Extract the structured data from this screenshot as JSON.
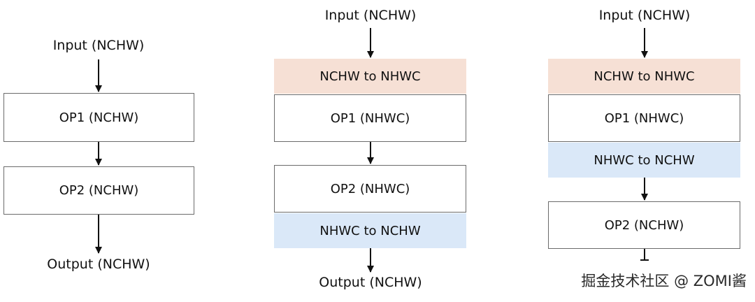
{
  "colors": {
    "to_nhwc_bg": "#f6e0d5",
    "to_nchw_bg": "#dae8f8",
    "box_border": "#6b6b6b",
    "arrow": "#111111"
  },
  "left": {
    "input": "Input (NCHW)",
    "op1": "OP1 (NCHW)",
    "op2": "OP2 (NCHW)",
    "output": "Output (NCHW)"
  },
  "middle": {
    "input": "Input (NCHW)",
    "to_nhwc": "NCHW to NHWC",
    "op1": "OP1 (NHWC)",
    "op2": "OP2 (NHWC)",
    "to_nchw": "NHWC to NCHW",
    "output": "Output (NCHW)"
  },
  "right": {
    "input": "Input (NCHW)",
    "to_nhwc": "NCHW to NHWC",
    "op1": "OP1 (NHWC)",
    "to_nchw": "NHWC to NCHW",
    "op2": "OP2 (NCHW)"
  },
  "watermark": "掘金技术社区 @ ZOMI酱"
}
